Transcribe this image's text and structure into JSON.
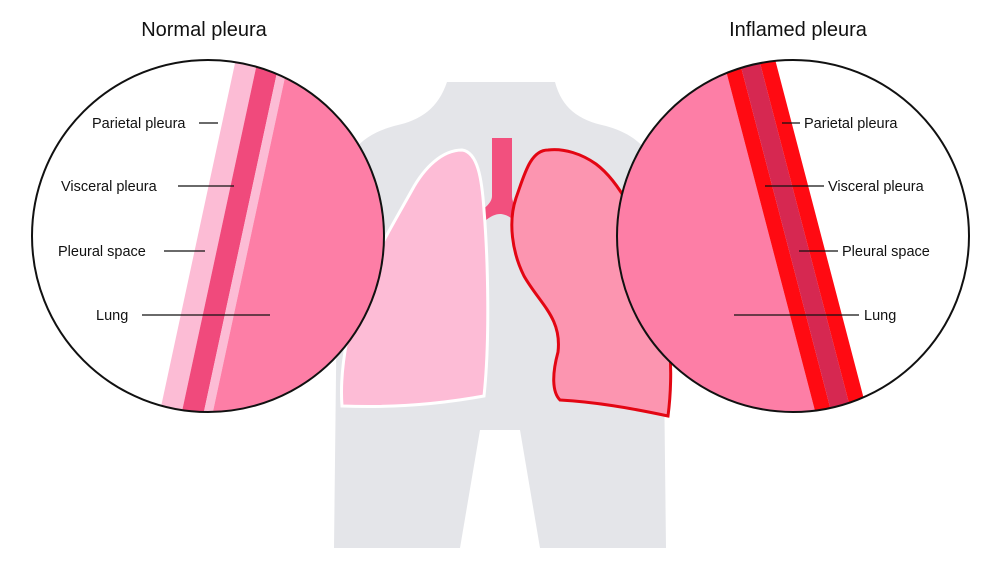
{
  "normal": {
    "title": "Normal pleura",
    "labels": {
      "parietal": "Parietal pleura",
      "visceral": "Visceral pleura",
      "space": "Pleural space",
      "lung": "Lung"
    }
  },
  "inflamed": {
    "title": "Inflamed pleura",
    "labels": {
      "parietal": "Parietal pleura",
      "visceral": "Visceral pleura",
      "space": "Pleural space",
      "lung": "Lung"
    }
  },
  "colors": {
    "body": "#e4e5e9",
    "lung_healthy": "#fdbcd6",
    "lung_inflamed": "#fc95b0",
    "lung_tissue": "#fd7ea6",
    "trachea": "#f2507e",
    "pleura_normal_dark": "#f04a7c",
    "pleura_normal_light": "#fcbcd5",
    "pleura_inflamed_red": "#ff0a12",
    "pleura_inflamed_space": "#d62851"
  }
}
